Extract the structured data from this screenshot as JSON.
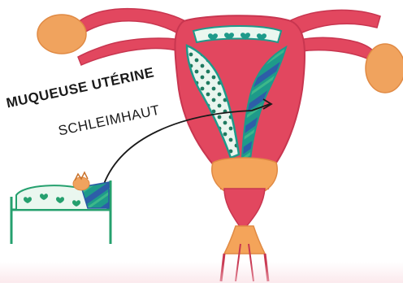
{
  "labels": {
    "primary": "MUQUEUSE UTÉRINE",
    "secondary": "SCHLEIMHAUT"
  },
  "colors": {
    "uterus_red": "#e2475f",
    "uterus_light": "#f06b7c",
    "ovary_orange": "#f0a35e",
    "cervix_orange": "#f4a45a",
    "lining_teal": "#1e9a8a",
    "lining_green": "#3cb88a",
    "lining_blue": "#2d5ea8",
    "bed_green": "#25a06e",
    "bed_blue": "#2a5aa6",
    "line_dark": "#1a1a1a"
  },
  "icons": {
    "hearts": "heart-icon",
    "dots": "dot-pattern",
    "stripes": "stripe-pattern"
  }
}
